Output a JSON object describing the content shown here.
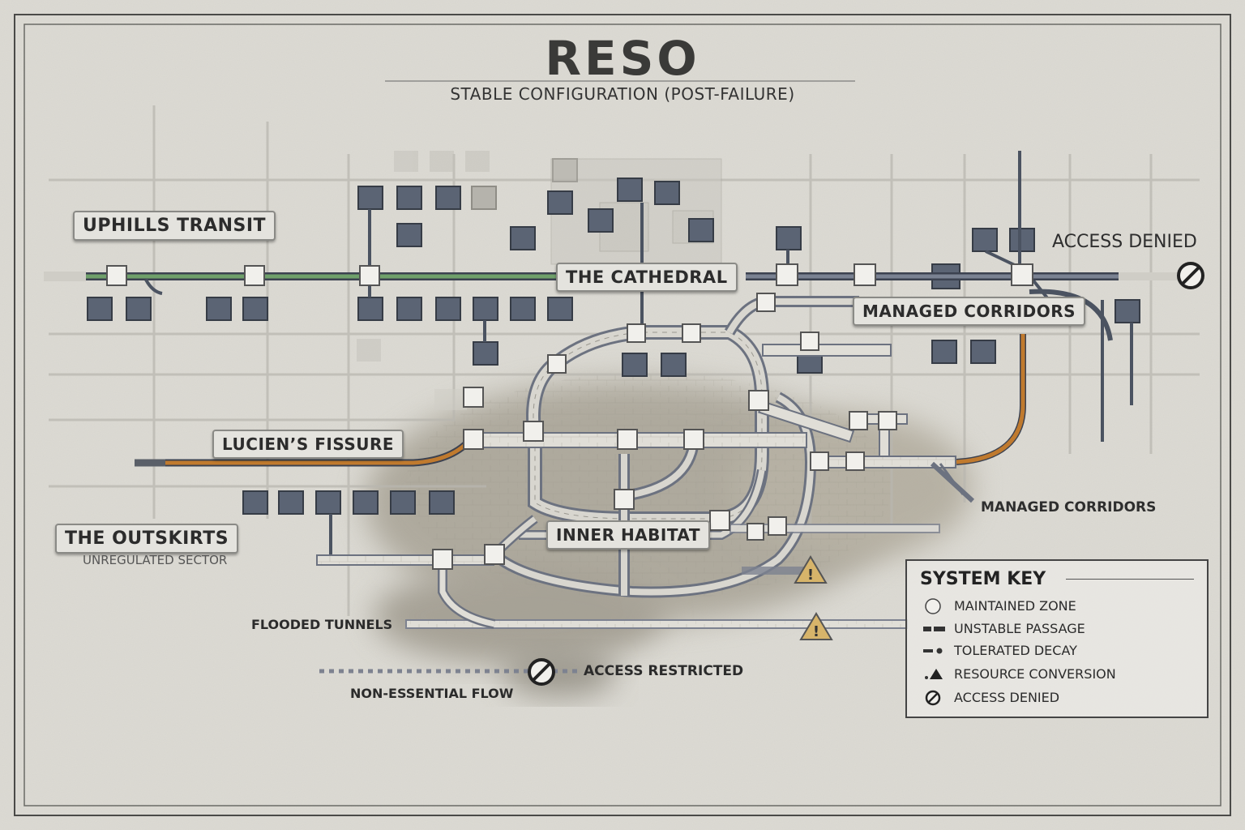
{
  "header": {
    "title": "RESO",
    "subtitle": "STABLE CONFIGURATION (POST-FAILURE)"
  },
  "districts": {
    "uphills_transit": "UPHILLS TRANSIT",
    "cathedral": "THE CATHEDRAL",
    "managed_corridors_upper": "MANAGED CORRIDORS",
    "luciens_fissure": "LUCIEN’S FISSURE",
    "outskirts": "THE OUTSKIRTS",
    "outskirts_sub": "UNREGULATED SECTOR",
    "inner_habitat": "INNER HABITAT"
  },
  "annotations": {
    "access_denied": "ACCESS DENIED",
    "managed_corridors_lower": "MANAGED CORRIDORS",
    "flooded_tunnels": "FLOODED TUNNELS",
    "access_restricted": "ACCESS RESTRICTED",
    "non_essential_flow": "NON-ESSENTIAL FLOW"
  },
  "legend": {
    "title": "SYSTEM KEY",
    "items": [
      {
        "label": "MAINTAINED ZONE",
        "icon": "circle-icon"
      },
      {
        "label": "UNSTABLE PASSAGE",
        "icon": "broken-line-icon"
      },
      {
        "label": "TOLERATED DECAY",
        "icon": "decay-icon"
      },
      {
        "label": "RESOURCE CONVERSION",
        "icon": "triangle-icon"
      },
      {
        "label": "ACCESS DENIED",
        "icon": "prohibited-icon"
      }
    ]
  },
  "colors": {
    "paper": "#dddbd4",
    "track": "#6b7280",
    "rail_green": "#6fa06a",
    "rail_orange": "#c07a2e",
    "building": "#5b6474",
    "warning": "#d7b46a"
  }
}
